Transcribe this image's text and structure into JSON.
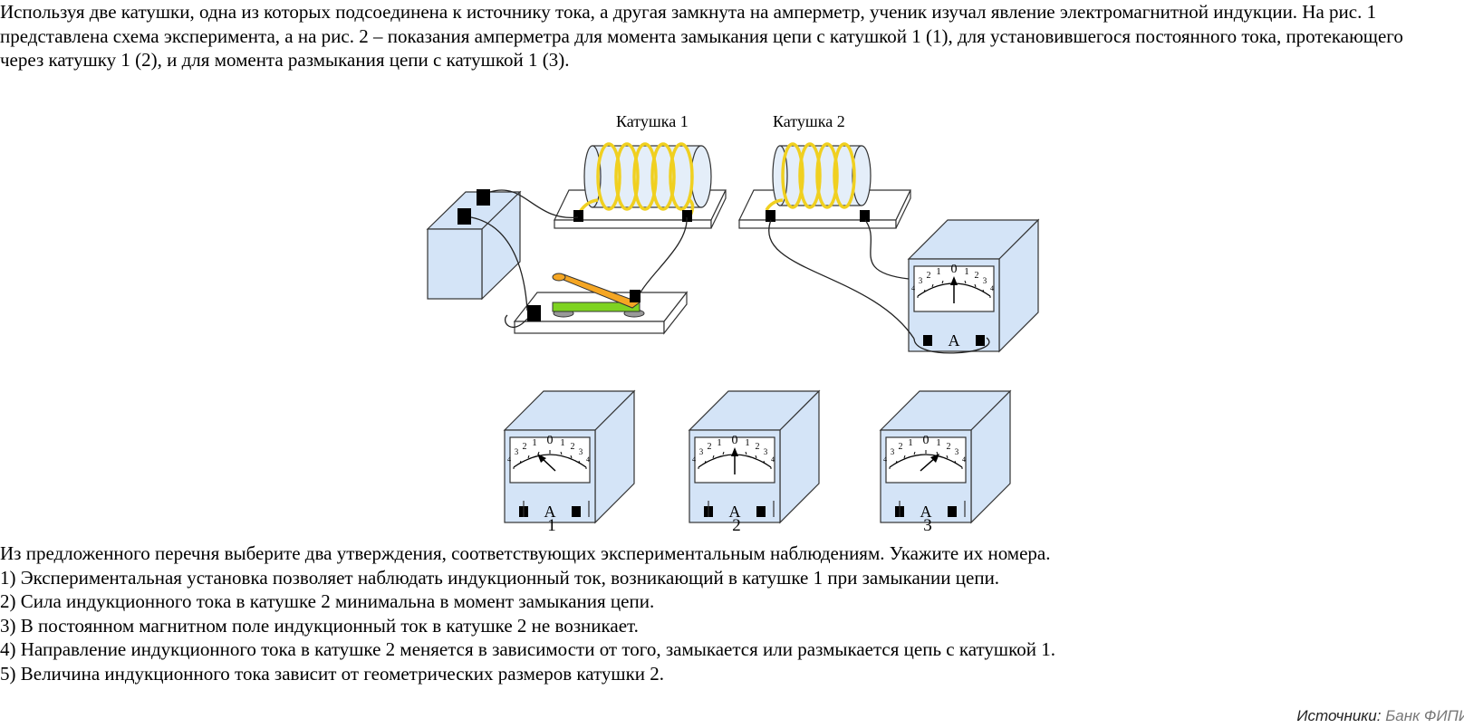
{
  "task": {
    "intro": "Используя две катушки, одна из которых подсоединена к источнику тока, а другая замкнута на амперметр, ученик изучал явление электромагнитной индукции. На рис. 1 представлена схема эксперимента, а на рис. 2 – показания амперметра для момента замыкания цепи с катушкой 1 (1), для установившегося постоянного тока, протекающего через катушку 1 (2), и для момента размыкания цепи с катушкой 1 (3).",
    "question": "Из предложенного перечня выберите два утверждения, соответствующих экспериментальным наблюдениям. Укажите их номера.",
    "options": [
      "1) Экспериментальная установка позволяет наблюдать индукционный ток, возникающий в катушке 1 при замыкании цепи.",
      "2) Сила индукционного тока в катушке 2 минимальна в момент замыкания цепи.",
      "3) В постоянном магнитном поле индукционный ток в катушке 2 не возникает.",
      "4) Направление индукционного тока в катушке 2 меняется в зависимости от того, замыкается или размыкается цепь с катушкой 1.",
      "5) Величина индукционного тока зависит от геометрических размеров катушки 2."
    ]
  },
  "figure": {
    "coil1_label": "Катушка 1",
    "coil2_label": "Катушка 2",
    "ammeter_symbol": "A",
    "scale_labels": [
      "4",
      "3",
      "2",
      "1",
      "0",
      "1",
      "2",
      "3",
      "4"
    ],
    "meter_captions": [
      "1",
      "2",
      "3"
    ],
    "readings": [
      -2,
      0,
      2
    ],
    "colors": {
      "box": "#d4e4f7",
      "coil": "#f0d020",
      "switch_arm": "#f5a623",
      "switch_base": "#7ed321"
    }
  },
  "source": {
    "label": "Источники:",
    "link": "Банк ФИПИ"
  }
}
